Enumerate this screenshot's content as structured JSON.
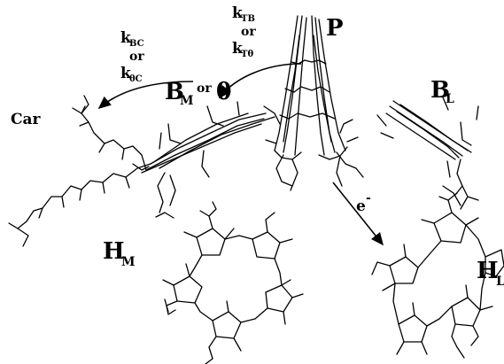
{
  "labels": {
    "p": "P",
    "car": "Car",
    "bm_base": "B",
    "bm_sub": "M",
    "bm_or": "or",
    "theta": "θ",
    "bl_base": "B",
    "bl_sub": "L",
    "hm_base": "H",
    "hm_sub": "M",
    "hl_base": "H",
    "hl_sub": "L",
    "electron": "e",
    "electron_sup": "-"
  },
  "rate_constants": {
    "left": {
      "k1_base": "k",
      "k1_sub": "BC",
      "or": "or",
      "k2_base": "k",
      "k2_sub": "θC"
    },
    "right": {
      "k1_base": "k",
      "k1_sub": "TB",
      "or": "or",
      "k2_base": "k",
      "k2_sub": "Tθ"
    }
  }
}
